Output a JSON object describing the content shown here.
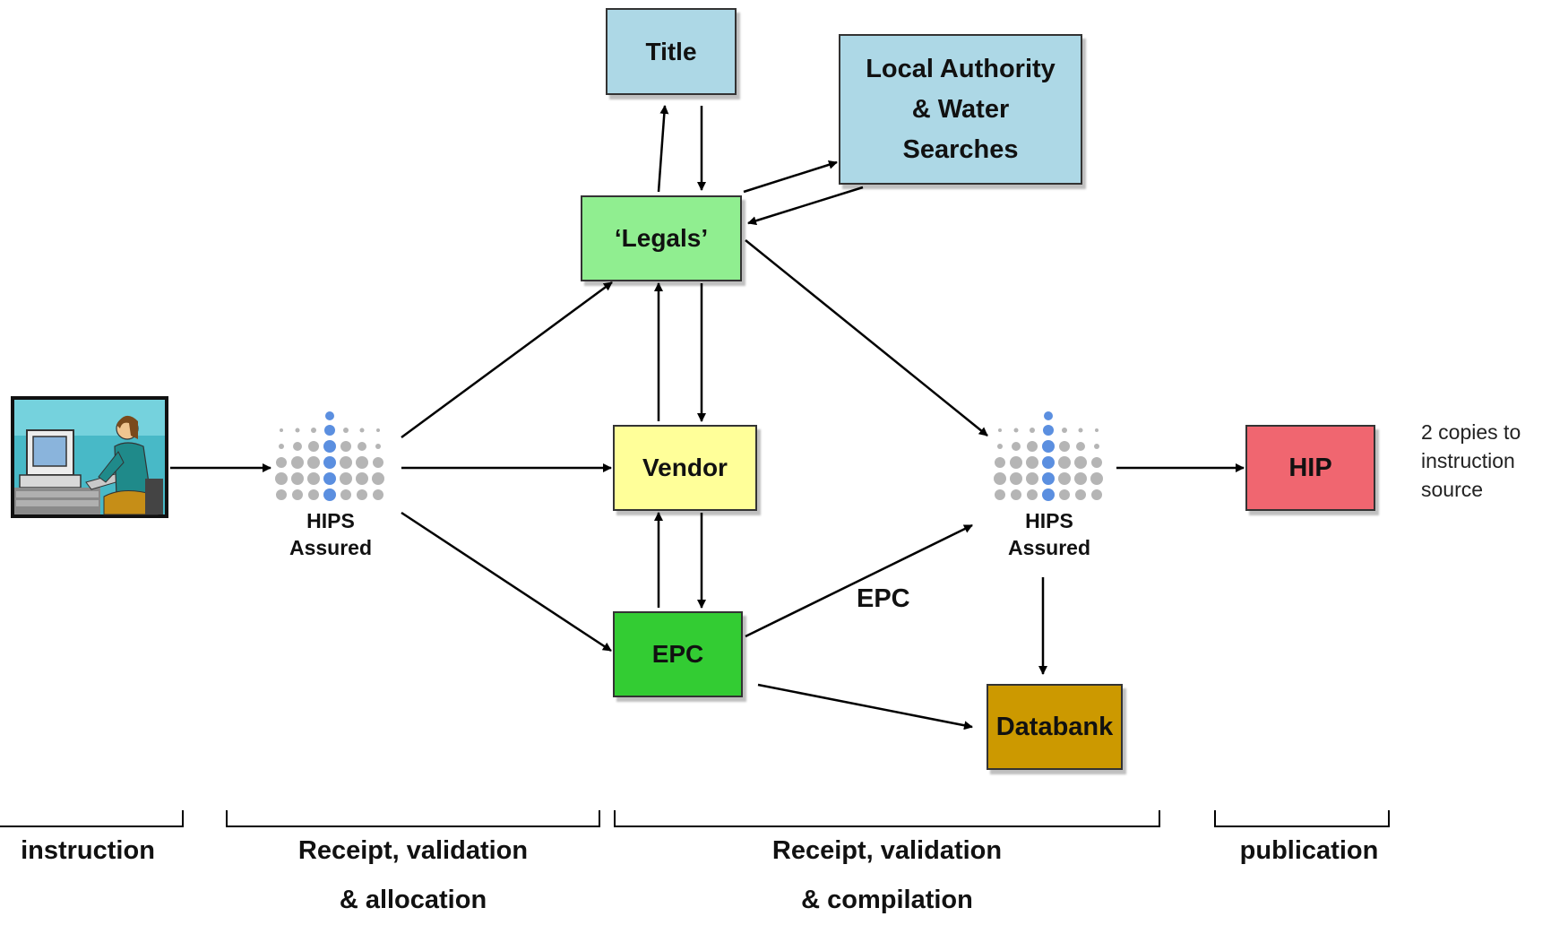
{
  "nodes": {
    "title": "Title",
    "local_authority": [
      "Local Authority",
      "& Water",
      "Searches"
    ],
    "legals": "‘Legals’",
    "vendor": "Vendor",
    "epc": "EPC",
    "databank": "Databank",
    "hip": "HIP"
  },
  "hips_assured": {
    "left": [
      "HIPS",
      "Assured"
    ],
    "right": [
      "HIPS",
      "Assured"
    ]
  },
  "edge_labels": {
    "epc": "EPC"
  },
  "note": [
    "2 copies to",
    "instruction",
    "source"
  ],
  "phases": [
    {
      "lines": [
        "instruction"
      ]
    },
    {
      "lines": [
        "Receipt, validation",
        "& allocation"
      ]
    },
    {
      "lines": [
        "Receipt, validation",
        "& compilation"
      ]
    },
    {
      "lines": [
        "publication"
      ]
    }
  ],
  "icons": {
    "computer_user": "computer-user-icon",
    "hips_assured": "hips-assured-logo-icon"
  },
  "colors": {
    "title_box": "#add8e6",
    "local_authority_box": "#add8e6",
    "legals_box": "#90ee90",
    "vendor_box": "#ffff99",
    "epc_box": "#33cc33",
    "databank_box": "#cc9900",
    "hip_box": "#f06670"
  }
}
